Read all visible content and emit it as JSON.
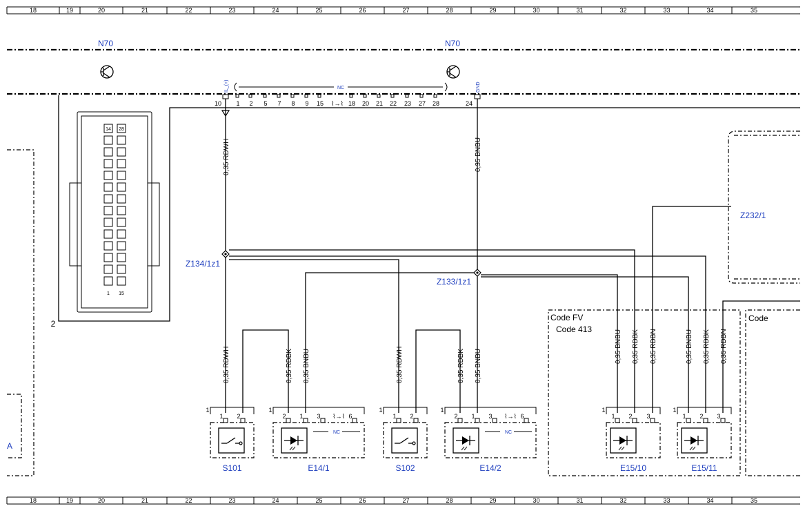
{
  "ruler": {
    "columns": [
      "18",
      "19",
      "20",
      "21",
      "22",
      "23",
      "24",
      "25",
      "26",
      "27",
      "28",
      "29",
      "30",
      "31",
      "32",
      "33",
      "34",
      "35"
    ]
  },
  "module": {
    "left_label": "N70",
    "right_label": "N70",
    "connector_index": "2",
    "connector_pins": {
      "top_left": "14",
      "top_right": "28",
      "bottom_left": "1",
      "bottom_right": "15"
    }
  },
  "header_pins": {
    "pin_10_signal": "IL_(+)",
    "pin_10": "10",
    "nc_pins": [
      "1",
      "2",
      "5",
      "7",
      "8",
      "9",
      "15",
      "18",
      "20",
      "21",
      "22",
      "23",
      "27",
      "28"
    ],
    "nc_label": "NC",
    "pin_24_signal": "GND",
    "pin_24": "24"
  },
  "wires": {
    "rdwh_main": "0,35 RDWH",
    "bnbu_main": "0,35 BNBU",
    "s101_left": "0,35 RDWH",
    "e141_left": "0,35 RDBK",
    "e141_right": "0,35 BNBU",
    "s102_left": "0,35 RDWH",
    "e142_left": "0,35 RDBK",
    "e142_right": "0,35 BNBU",
    "e1510_a": "0,35 BNBU",
    "e1510_b": "0,35 RDBK",
    "e1510_c": "0,35 RDBN",
    "e1511_a": "0,35 BNBU",
    "e1511_b": "0,35 RDBK",
    "e1511_c": "0,35 RDBN"
  },
  "splices": {
    "z134": "Z134/1z1",
    "z133": "Z133/1z1",
    "z232": "Z232/1"
  },
  "code_boxes": {
    "fv_line1": "Code FV",
    "fv_line2": "Code 413",
    "right": "Code"
  },
  "left_box_label": "A",
  "components": [
    {
      "id": "S101",
      "pin_one": "1",
      "pins": [
        "1",
        "2"
      ]
    },
    {
      "id": "E14/1",
      "pin_one": "1",
      "pins": [
        "2",
        "1",
        "3",
        "6"
      ],
      "nc_label": "NC"
    },
    {
      "id": "S102",
      "pin_one": "1",
      "pins": [
        "1",
        "2"
      ]
    },
    {
      "id": "E14/2",
      "pin_one": "1",
      "pins": [
        "2",
        "1",
        "3",
        "6"
      ],
      "nc_label": "NC"
    },
    {
      "id": "E15/10",
      "pin_one": "1",
      "pins": [
        "1",
        "2",
        "3"
      ]
    },
    {
      "id": "E15/11",
      "pin_one": "1",
      "pins": [
        "1",
        "2",
        "3"
      ]
    }
  ]
}
